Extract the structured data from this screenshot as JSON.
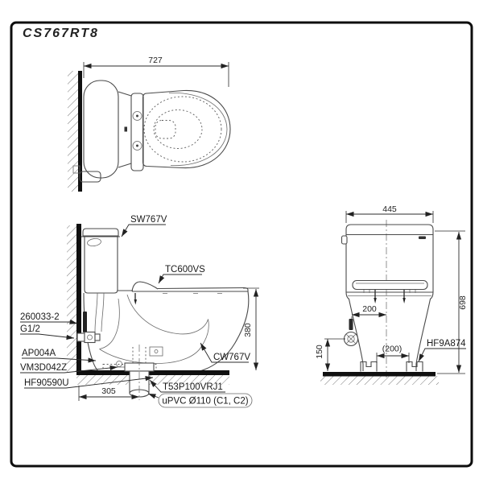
{
  "page": {
    "title": "CS767RT8"
  },
  "colors": {
    "ink": "#1a1a1a",
    "outline": "#4a4a4a",
    "heavy": "#101010",
    "background": "#ffffff"
  },
  "top_view": {
    "dims": {
      "depth": "727"
    }
  },
  "side_view": {
    "dims": {
      "rim_height": "380",
      "outlet_offset": "305"
    },
    "labels": {
      "cistern": "SW767V",
      "seat_cover": "TC600VS",
      "bowl": "CW767V",
      "supply_pipe": "260033-2",
      "inlet_thread": "G1/2",
      "stop_valve": "AP004A",
      "seal": "VM3D042Z",
      "floor_flange": "HF90590U",
      "outlet_joint": "T53P100VRJ1",
      "drain_pipe": "uPVC Ø110 (C1, C2)"
    }
  },
  "rear_view": {
    "dims": {
      "width": "445",
      "overall_height": "698",
      "supply_offset": "200",
      "bolt_spacing": "(200)",
      "supply_height": "150"
    },
    "labels": {
      "fixing_kit": "HF9A874"
    }
  }
}
